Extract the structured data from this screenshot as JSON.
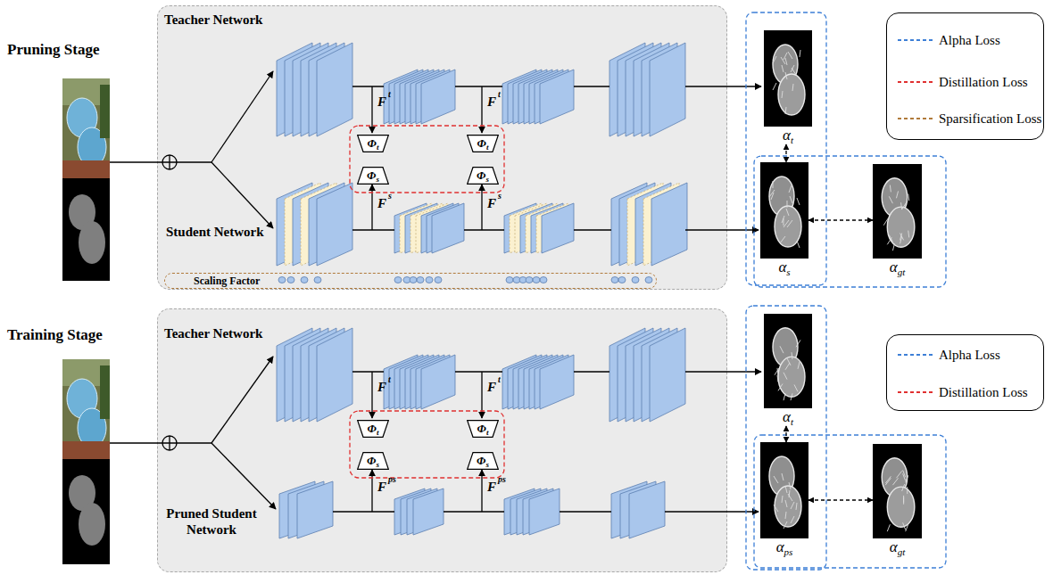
{
  "diagram": {
    "nodes": [
      {
        "text": [
          "Teacher Network",
          "Student Network"
        ]
      },
      {
        "text": [
          "Φ",
          "t"
        ],
        "in": 0
      },
      {
        "text": [
          "Φ",
          "t"
        ],
        "in": 0
      },
      {
        "text": [
          "Φ",
          "s"
        ],
        "in": 0
      },
      {
        "text": [
          "Φ",
          "s"
        ],
        "in": 0
      },
      {
        "text": [
          "Scaling Factor"
        ],
        "in": 0
      },
      {
        "text": [
          "α",
          "t"
        ]
      },
      {
        "text": [
          "α",
          "s"
        ]
      },
      {
        "text": [
          "α",
          "gt"
        ]
      },
      {
        "text": [
          "Teacher Network",
          "Pruned Student Network"
        ]
      },
      {
        "text": [
          "Φ",
          "t"
        ],
        "in": 9
      },
      {
        "text": [
          "Φ",
          "t"
        ],
        "in": 9
      },
      {
        "text": [
          "Φ",
          "s"
        ],
        "in": 9
      },
      {
        "text": [
          "Φ",
          "s"
        ],
        "in": 9
      },
      {
        "text": [
          "α",
          "t"
        ]
      },
      {
        "text": [
          "α",
          "ps"
        ]
      },
      {
        "text": [
          "α",
          "gt"
        ]
      }
    ],
    "edges": [
      {
        "from": 6,
        "to": 7,
        "arrow": "both"
      },
      {
        "from": 7,
        "to": 8,
        "arrow": "both"
      },
      {
        "from": 14,
        "to": 15,
        "arrow": "both"
      },
      {
        "from": 15,
        "to": 16,
        "arrow": "both"
      }
    ],
    "labels": [
      "Pruning Stage",
      "F",
      "t",
      "F",
      "t",
      "F",
      "s",
      "F",
      "s",
      "Training Stage",
      "F",
      "t",
      "F",
      "t",
      "F",
      "ps",
      "F",
      "ps"
    ],
    "legend": [
      {
        "text": "Alpha Loss"
      },
      {
        "text": "Distillation Loss"
      },
      {
        "text": "Sparsification Loss"
      },
      {
        "text": "Alpha Loss"
      },
      {
        "text": "Distillation Loss"
      }
    ]
  }
}
